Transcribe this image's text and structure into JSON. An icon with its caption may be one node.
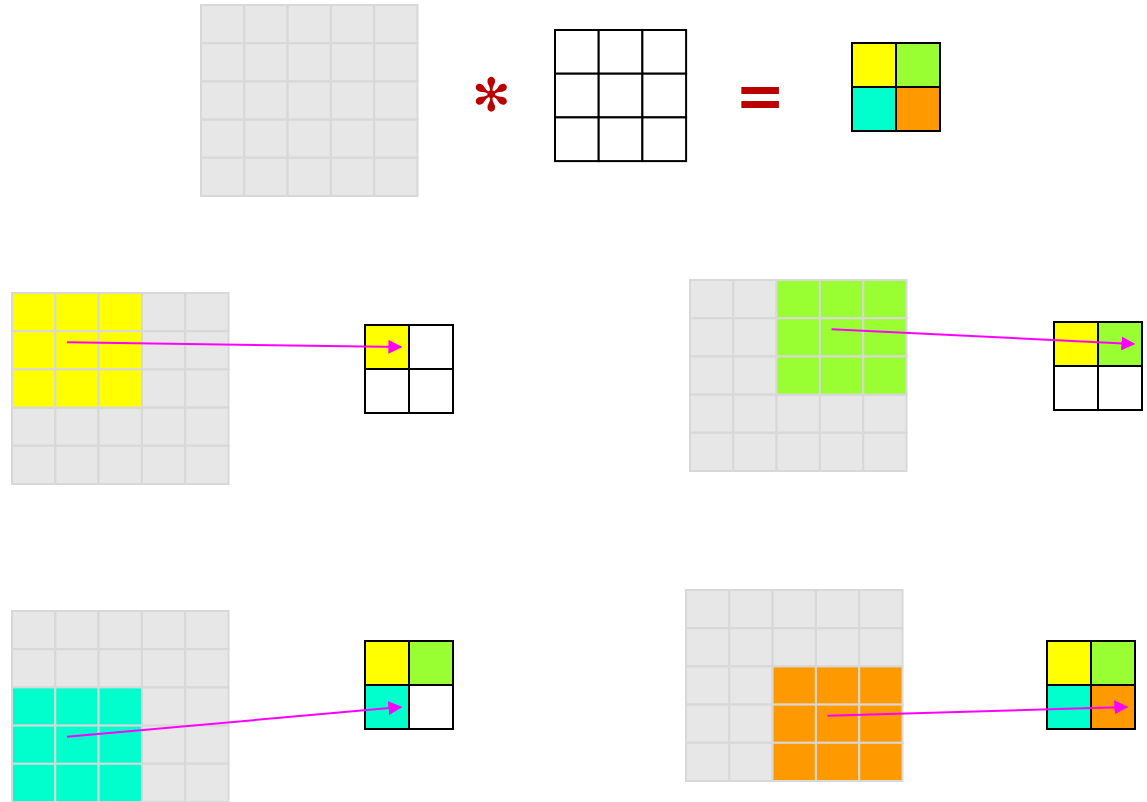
{
  "diagram": {
    "nodes": [
      {
        "text": [],
        "shape": "box"
      },
      {
        "text": [],
        "shape": "box"
      },
      {
        "text": [],
        "shape": "box"
      },
      {
        "text": [],
        "shape": "box"
      },
      {
        "text": [],
        "shape": "box"
      },
      {
        "text": [],
        "shape": "box"
      },
      {
        "text": [],
        "shape": "box"
      },
      {
        "text": [],
        "shape": "box"
      }
    ],
    "edges": [
      {
        "from": 0,
        "to": 1,
        "arrow": "to"
      },
      {
        "from": 2,
        "to": 3,
        "arrow": "to"
      },
      {
        "from": 4,
        "to": 5,
        "arrow": "to"
      },
      {
        "from": 6,
        "to": 7,
        "arrow": "to"
      }
    ],
    "labels": [
      "✻",
      "="
    ]
  }
}
